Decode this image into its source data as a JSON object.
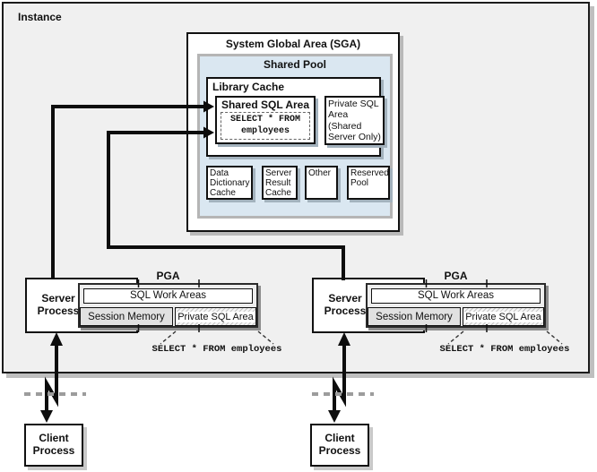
{
  "diagram": {
    "instance_label": "Instance",
    "sga": {
      "title": "System Global Area (SGA)",
      "shared_pool": {
        "title": "Shared Pool",
        "library_cache": {
          "title": "Library Cache",
          "shared_sql_area": {
            "title": "Shared SQL Area",
            "statement": "SELECT * FROM employees"
          },
          "private_sql_area": "Private SQL Area (Shared Server Only)"
        },
        "boxes": [
          "Data Dictionary Cache",
          "Server Result Cache",
          "Other",
          "Reserved Pool"
        ]
      }
    },
    "pga": {
      "title": "PGA",
      "sql_work_areas": "SQL Work Areas",
      "session_memory": "Session Memory",
      "private_sql_area": "Private SQL Area",
      "statement": "SELECT * FROM employees"
    },
    "server_process_label": "Server Process",
    "client_process_label": "Client Process"
  },
  "colors": {
    "instance_fill": "#f0f0f0",
    "sga_fill": "#ffffff",
    "shared_pool_fill": "#dae7f1",
    "shared_pool_border": "#b5b5b5",
    "box_border": "#111111",
    "pga_fill": "#ededed",
    "session_memory_fill": "#e1e1e1",
    "line_color": "#0d0d0d",
    "separator_color": "#9c9c9c"
  }
}
